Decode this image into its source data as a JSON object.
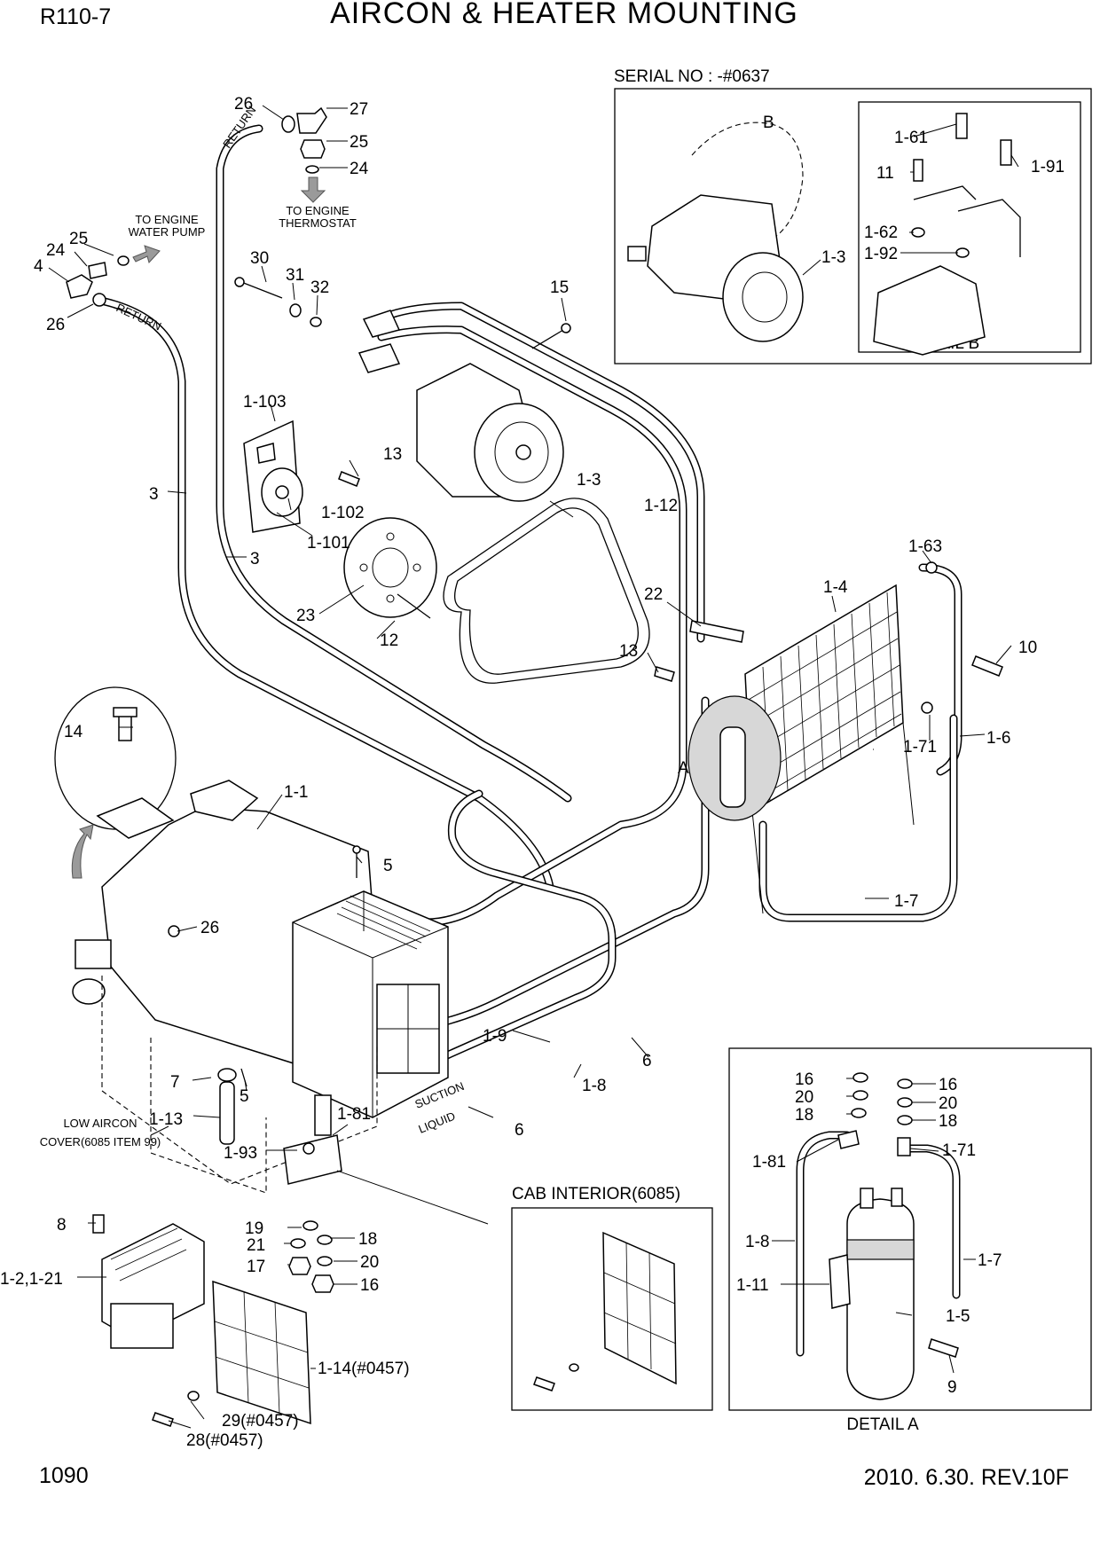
{
  "header": {
    "model": "R110-7",
    "title": "AIRCON & HEATER MOUNTING"
  },
  "notes": {
    "to_engine_water_pump_1": "TO ENGINE",
    "to_engine_water_pump_2": "WATER PUMP",
    "to_engine_thermostat_1": "TO ENGINE",
    "to_engine_thermostat_2": "THERMOSTAT",
    "low_aircon_cover_1": "LOW AIRCON",
    "low_aircon_cover_2": "COVER(6085 ITEM 99)"
  },
  "boxes": {
    "serial_no": "SERIAL NO : -#0637",
    "detail_b": "DETAIL B",
    "cab_interior": "CAB INTERIOR(6085)",
    "detail_a": "DETAIL A",
    "detail_ref_a": "A",
    "detail_ref_b": "B"
  },
  "callouts": {
    "c26_top": "26",
    "c27": "27",
    "c25_top": "25",
    "c24_top": "24",
    "c25_left": "25",
    "c24_left": "24",
    "c4": "4",
    "c26_left": "26",
    "c30": "30",
    "c31": "31",
    "c32": "32",
    "c15": "15",
    "c1_103": "1-103",
    "c13_a": "13",
    "c1_3_main": "1-3",
    "c1_102": "1-102",
    "c1_101": "1-101",
    "c3_a": "3",
    "c3_b": "3",
    "c1_12": "1-12",
    "c23": "23",
    "c12": "12",
    "c22": "22",
    "c13_b": "13",
    "c1_63": "1-63",
    "c1_4": "1-4",
    "c10": "10",
    "c1_71_main": "1-71",
    "c1_6": "1-6",
    "c14": "14",
    "c1_1": "1-1",
    "c5_a": "5",
    "c26_mid": "26",
    "c1_7_main": "1-7",
    "c1_9": "1-9",
    "c1_8_main": "1-8",
    "c6_a": "6",
    "c6_b": "6",
    "c7": "7",
    "c5_b": "5",
    "c1_13": "1-13",
    "c1_81_main": "1-81",
    "c1_93": "1-93",
    "c8": "8",
    "c1_2_1_21": "1-2,1-21",
    "c19": "19",
    "c21": "21",
    "c17": "17",
    "c18_main": "18",
    "c20_main": "20",
    "c16_main": "16",
    "c1_14": "1-14(#0457)",
    "c29": "29(#0457)",
    "c28": "28(#0457)",
    "b1_61": "1-61",
    "b11": "11",
    "b1_91": "1-91",
    "b1_62": "1-62",
    "b1_92": "1-92",
    "b1_3": "1-3",
    "a16_l": "16",
    "a20_l": "20",
    "a18_l": "18",
    "a16_r": "16",
    "a20_r": "20",
    "a18_r": "18",
    "a1_81": "1-81",
    "a1_71": "1-71",
    "a1_8": "1-8",
    "a1_7": "1-7",
    "a1_11": "1-11",
    "a1_5": "1-5",
    "a9": "9"
  },
  "pipe_text": {
    "return_top": "RETURN",
    "return_left": "RETURN",
    "suction": "SUCTION",
    "liquid": "LIQUID"
  },
  "footer": {
    "page": "1090",
    "date_rev": "2010. 6.30.  REV.10F"
  }
}
